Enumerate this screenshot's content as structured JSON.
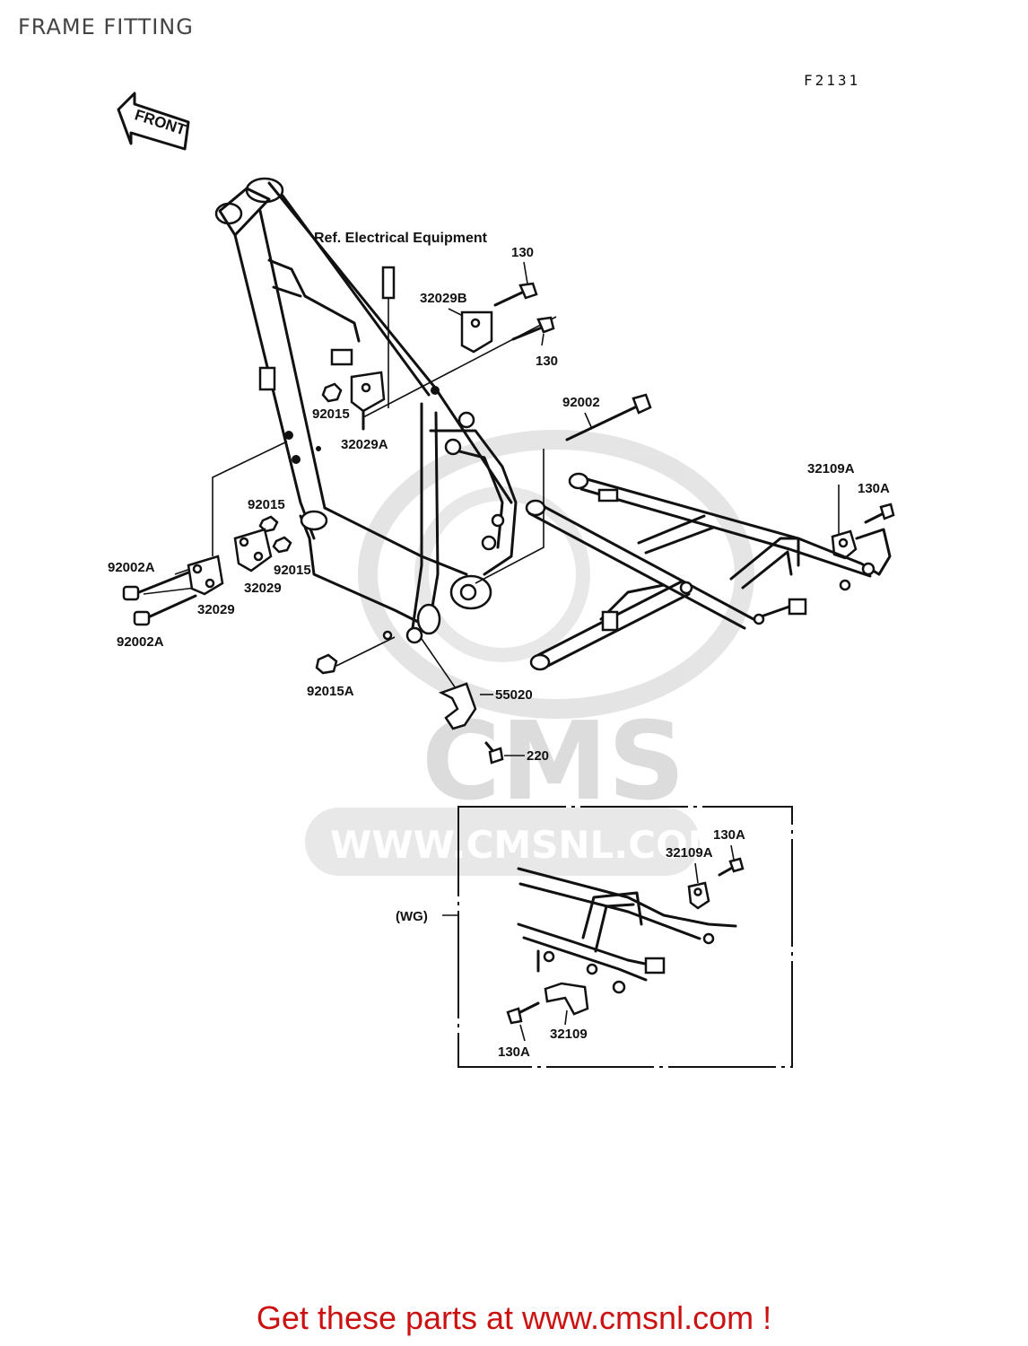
{
  "page": {
    "title": "FRAME FITTING",
    "figure_code": "F2131",
    "call_to_action": "Get these parts at www.cmsnl.com !"
  },
  "diagram": {
    "front_label": "FRONT",
    "reference_note": "Ref. Electrical Equipment",
    "watermark": {
      "brand": "CMS",
      "url": "WWW.CMSNL.COM"
    },
    "variant_label": "(WG)",
    "callouts": {
      "bolt_130_top": "130",
      "bolt_130_mid": "130",
      "bracket_32029b": "32029B",
      "nut_92015_top": "92015",
      "bracket_32029a": "32029A",
      "bolt_92002": "92002",
      "bracket_32109a": "32109A",
      "bolt_130a": "130A",
      "nut_92015_left_top": "92015",
      "nut_92015_left": "92015",
      "bolt_92002a_top": "92002A",
      "bolt_92002a_bottom": "92002A",
      "plate_32029_a": "32029",
      "plate_32029_b": "32029",
      "nut_92015a": "92015A",
      "clamp_55020": "55020",
      "screw_220": "220",
      "inset_bolt_130a_top": "130A",
      "inset_bracket_32109a": "32109A",
      "inset_bracket_32109": "32109",
      "inset_bolt_130a_bottom": "130A"
    }
  }
}
